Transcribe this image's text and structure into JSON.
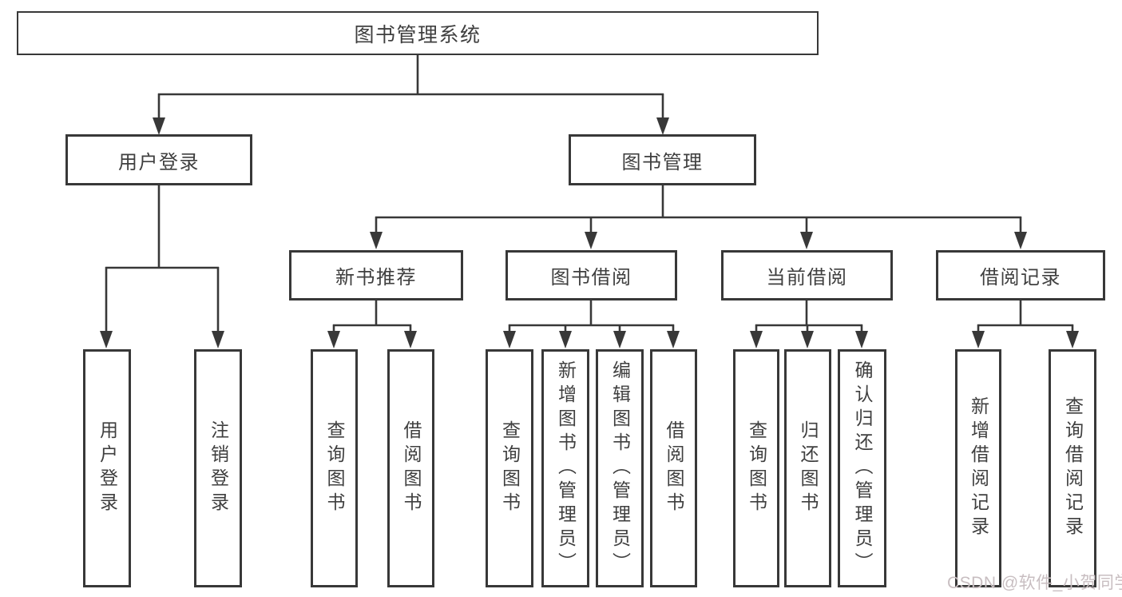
{
  "colors": {
    "line": "#383838",
    "text": "#3f3f3f",
    "box_bg": "#ffffff",
    "watermark": "#c8bec1",
    "background": "#ffffff"
  },
  "root": {
    "label": "图书管理系统",
    "children": [
      {
        "label": "用户登录",
        "children": [
          {
            "label": "用户登录"
          },
          {
            "label": "注销登录"
          }
        ]
      },
      {
        "label": "图书管理",
        "children": [
          {
            "label": "新书推荐",
            "children": [
              {
                "label": "查询图书"
              },
              {
                "label": "借阅图书"
              }
            ]
          },
          {
            "label": "图书借阅",
            "children": [
              {
                "label": "查询图书"
              },
              {
                "label": "新增图书（管理员）"
              },
              {
                "label": "编辑图书（管理员）"
              },
              {
                "label": "借阅图书"
              }
            ]
          },
          {
            "label": "当前借阅",
            "children": [
              {
                "label": "查询图书"
              },
              {
                "label": "归还图书"
              },
              {
                "label": "确认归还（管理员）"
              }
            ]
          },
          {
            "label": "借阅记录",
            "children": [
              {
                "label": "新增借阅记录"
              },
              {
                "label": "查询借阅记录"
              }
            ]
          }
        ]
      }
    ]
  },
  "watermark": {
    "text": "CSDN @软件_小贺同学"
  }
}
